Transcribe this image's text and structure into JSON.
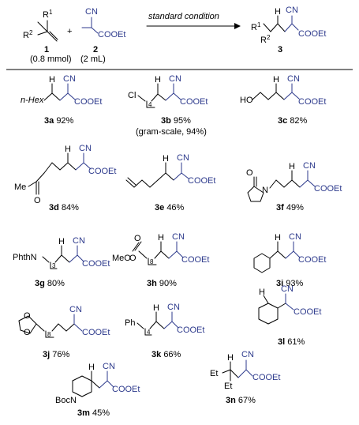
{
  "scheme": {
    "reagent1": {
      "number": "1",
      "amount": "(0.8 mmol)",
      "r1": "R",
      "r1sup": "1",
      "r2": "R",
      "r2sup": "2"
    },
    "reagent2": {
      "number": "2",
      "amount": "(2 mL)",
      "cn": "CN",
      "ester": "COOEt"
    },
    "plus": "+",
    "condition": "standard condition",
    "product": {
      "number": "3",
      "cn": "CN",
      "ester": "COOEt",
      "r1": "R",
      "r1sup": "1",
      "r2": "R",
      "r2sup": "2",
      "h": "H"
    }
  },
  "common": {
    "h": "H",
    "cn": "CN",
    "ester": "COOEt"
  },
  "compounds": [
    {
      "id": "3a",
      "yield": "92%",
      "group": "n-Hex"
    },
    {
      "id": "3b",
      "yield": "95%",
      "note": "(gram-scale, 94%)",
      "group": "Cl",
      "sub": "4"
    },
    {
      "id": "3c",
      "yield": "82%",
      "group": "HO"
    },
    {
      "id": "3d",
      "yield": "84%",
      "group": "Me",
      "o": "O"
    },
    {
      "id": "3e",
      "yield": "46%"
    },
    {
      "id": "3f",
      "yield": "49%",
      "o": "O",
      "n": "N"
    },
    {
      "id": "3g",
      "yield": "80%",
      "group": "PhthN",
      "sub": "3"
    },
    {
      "id": "3h",
      "yield": "90%",
      "group": "MeO",
      "o": "O",
      "sub": "8"
    },
    {
      "id": "3i",
      "yield": "93%"
    },
    {
      "id": "3j",
      "yield": "76%",
      "o1": "O",
      "o2": "O",
      "sub": "8"
    },
    {
      "id": "3k",
      "yield": "66%",
      "group": "Ph",
      "sub": "4"
    },
    {
      "id": "3l",
      "yield": "61%"
    },
    {
      "id": "3m",
      "yield": "45%",
      "group": "BocN"
    },
    {
      "id": "3n",
      "yield": "67%",
      "group1": "Et",
      "group2": "Et"
    }
  ]
}
